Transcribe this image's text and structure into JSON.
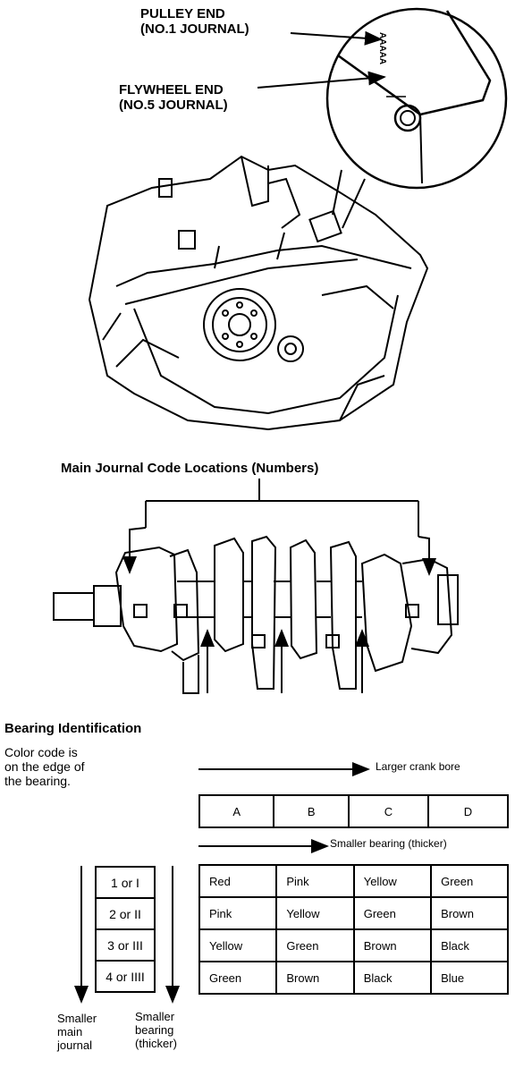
{
  "top": {
    "pulley_end": "PULLEY END",
    "pulley_journal": "(NO.1 JOURNAL)",
    "flywheel_end": "FLYWHEEL END",
    "flywheel_journal": "(NO.5 JOURNAL)",
    "stamp_marks": "AAAAA"
  },
  "middle": {
    "title": "Main Journal Code Locations (Numbers)"
  },
  "bearing": {
    "title": "Bearing Identification",
    "note_lines": [
      "Color code is",
      "on the edge of",
      "the bearing."
    ],
    "larger_crank_bore": "Larger crank bore",
    "smaller_bearing": "Smaller bearing (thicker)",
    "bore_codes": [
      "A",
      "B",
      "C",
      "D"
    ],
    "journal_codes": [
      "1 or I",
      "2 or II",
      "3 or III",
      "4 or IIII"
    ],
    "color_rows": [
      [
        "Red",
        "Pink",
        "Yellow",
        "Green"
      ],
      [
        "Pink",
        "Yellow",
        "Green",
        "Brown"
      ],
      [
        "Yellow",
        "Green",
        "Brown",
        "Black"
      ],
      [
        "Green",
        "Brown",
        "Black",
        "Blue"
      ]
    ],
    "smaller_main_journal": [
      "Smaller",
      "main",
      "journal"
    ],
    "smaller_bearing_thicker": [
      "Smaller",
      "bearing",
      "(thicker)"
    ]
  }
}
